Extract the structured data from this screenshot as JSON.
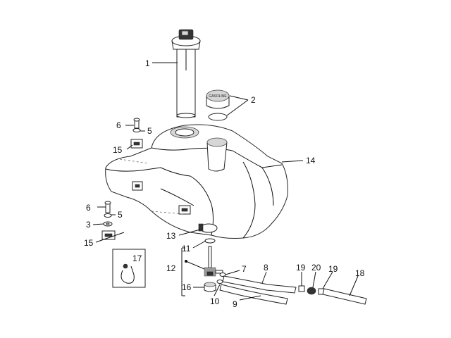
{
  "callouts": {
    "c1": "1",
    "c2": "2",
    "c3": "3",
    "c5a": "5",
    "c5b": "5",
    "c6a": "6",
    "c6b": "6",
    "c7": "7",
    "c8": "8",
    "c9": "9",
    "c10": "10",
    "c11": "11",
    "c12": "12",
    "c13": "13",
    "c14": "14",
    "c15a": "15",
    "c15b": "15",
    "c16": "16",
    "c17": "17",
    "c18": "18",
    "c19a": "19",
    "c19b": "19",
    "c20": "20"
  },
  "cap_text": "GASOLINE"
}
